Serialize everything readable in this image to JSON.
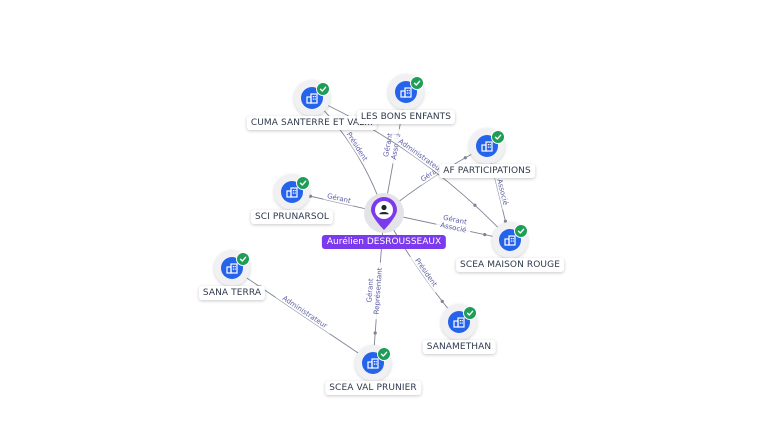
{
  "person": {
    "name": "Aurélien DESROUSSEAUX",
    "icon": "person-icon",
    "color": "#7c3aed"
  },
  "companies": [
    {
      "id": "cuma",
      "name": "CUMA SANTERRE ET VAL...",
      "icon": "building-icon",
      "status_icon": "check-icon"
    },
    {
      "id": "bons",
      "name": "LES BONS ENFANTS",
      "icon": "building-icon",
      "status_icon": "check-icon"
    },
    {
      "id": "af",
      "name": "AF PARTICIPATIONS",
      "icon": "building-icon",
      "status_icon": "check-icon"
    },
    {
      "id": "sci",
      "name": "SCI PRUNARSOL",
      "icon": "building-icon",
      "status_icon": "check-icon"
    },
    {
      "id": "scea_mr",
      "name": "SCEA MAISON ROUGE",
      "icon": "building-icon",
      "status_icon": "check-icon"
    },
    {
      "id": "sana",
      "name": "SANA TERRA",
      "icon": "building-icon",
      "status_icon": "check-icon"
    },
    {
      "id": "sanamethan",
      "name": "SANAMETHAN",
      "icon": "building-icon",
      "status_icon": "check-icon"
    },
    {
      "id": "scea_vp",
      "name": "SCEA VAL PRUNIER",
      "icon": "building-icon",
      "status_icon": "check-icon"
    }
  ],
  "relations": [
    {
      "from": "person",
      "to": "cuma",
      "labels": [
        "Président"
      ]
    },
    {
      "from": "person",
      "to": "bons",
      "labels": [
        "Gérant",
        "Associé"
      ]
    },
    {
      "from": "person",
      "to": "af",
      "labels": [
        "Gérant"
      ]
    },
    {
      "from": "person",
      "to": "sci",
      "labels": [
        "Gérant"
      ]
    },
    {
      "from": "person",
      "to": "scea_mr",
      "labels": [
        "Gérant",
        "Associé"
      ]
    },
    {
      "from": "person",
      "to": "sanamethan",
      "labels": [
        "Président"
      ]
    },
    {
      "from": "person",
      "to": "scea_vp",
      "labels": [
        "Gérant",
        "Représentant"
      ]
    },
    {
      "from": "cuma",
      "to": "scea_mr",
      "labels": [
        "Administrateur"
      ]
    },
    {
      "from": "af",
      "to": "scea_mr",
      "labels": [
        "Associé"
      ]
    },
    {
      "from": "scea_vp",
      "to": "sana",
      "labels": [
        "Administrateur"
      ]
    }
  ],
  "colors": {
    "node": "#2563eb",
    "status": "#1f9d57",
    "edge": "#7f8494",
    "edge_label": "#5b5fa6"
  }
}
